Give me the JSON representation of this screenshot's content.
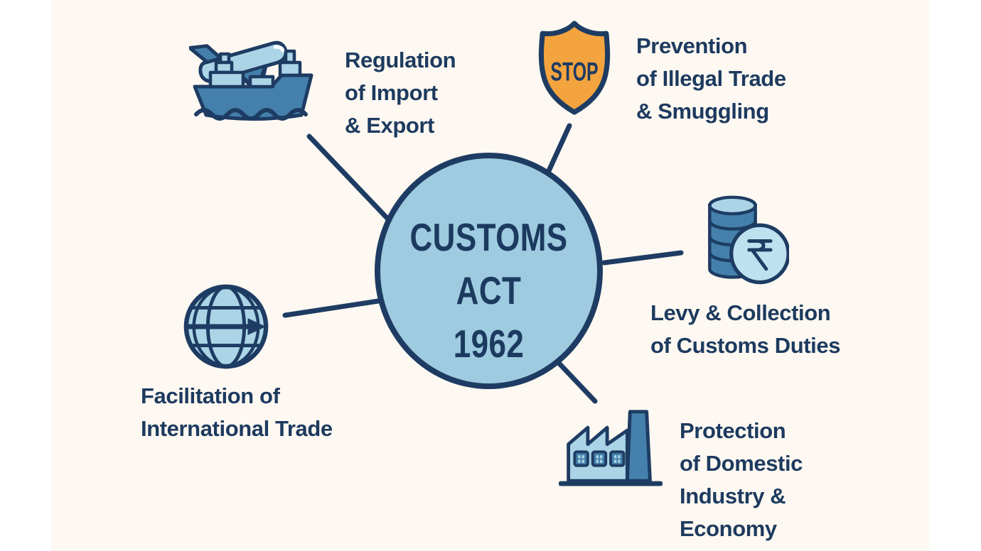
{
  "page": {
    "background": "#ffffff",
    "panel_background": "#fdf8f1"
  },
  "colors": {
    "navy": "#1e3c63",
    "medium_blue": "#4480ab",
    "light_blue": "#abd5e6",
    "circle_fill": "#9ecbdf",
    "shield_orange": "#f4a43e"
  },
  "center": {
    "lines": [
      "CUSTOMS",
      "ACT",
      "1962"
    ]
  },
  "shield": {
    "label": "STOP"
  },
  "nodes": {
    "regulation": {
      "icon": "airplane-cargo-ship-icon",
      "lines": [
        "Regulation",
        "of Import",
        "& Export"
      ]
    },
    "prevention": {
      "icon": "stop-shield-icon",
      "lines": [
        "Prevention",
        "of Illegal Trade",
        "& Smuggling"
      ]
    },
    "levy": {
      "icon": "rupee-coins-icon",
      "coin_symbol": "₹",
      "lines": [
        "Levy & Collection",
        "of Customs Duties"
      ]
    },
    "facilitation": {
      "icon": "globe-arrow-icon",
      "lines": [
        "Facilitation of",
        "International Trade"
      ]
    },
    "protection": {
      "icon": "factory-icon",
      "lines": [
        "Protection",
        "of Domestic",
        "Industry &",
        "Economy"
      ]
    }
  }
}
